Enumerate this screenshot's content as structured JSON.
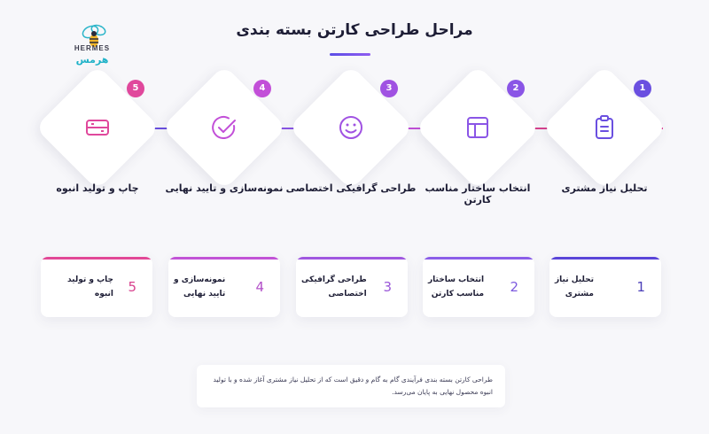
{
  "logo": {
    "icon": "bee-logo-icon",
    "text_en": "HERMES",
    "text_fa": "هرمس"
  },
  "page": {
    "title": "مراحل طراحی کارتن بسته بندی"
  },
  "steps": [
    {
      "number": "1",
      "label": "تحلیل نیاز مشتری",
      "icon": "clipboard-icon",
      "color": "#6a4fe0"
    },
    {
      "number": "2",
      "label": "انتخاب ساختار مناسب کارتن",
      "icon": "layout-icon",
      "color": "#8a55e6"
    },
    {
      "number": "3",
      "label": "طراحی گرافیکی اختصاصی",
      "icon": "smiley-icon",
      "color": "#a052e2"
    },
    {
      "number": "4",
      "label": "نمونه‌سازی و تایید نهایی",
      "icon": "check-circle-icon",
      "color": "#c24fd8"
    },
    {
      "number": "5",
      "label": "چاپ و تولید انبوه",
      "icon": "print-card-icon",
      "color": "#e0489c"
    }
  ],
  "cards": [
    {
      "number": "1",
      "line1": "تحلیل نیاز",
      "line2": "مشتری",
      "color": "#5a45d8",
      "num_color": "#4b3fb8"
    },
    {
      "number": "2",
      "line1": "انتخاب ساختار",
      "line2": "مناسب کارتن",
      "color": "#8b5ee8",
      "num_color": "#7d5adf"
    },
    {
      "number": "3",
      "line1": "طراحی گرافیکی",
      "line2": "اختصاصی",
      "color": "#a057e0",
      "num_color": "#9a57d8"
    },
    {
      "number": "4",
      "line1": "نمونه‌سازی و",
      "line2": "تایید نهایی",
      "color": "#c253d6",
      "num_color": "#b24fc8"
    },
    {
      "number": "5",
      "line1": "چاپ و تولید انبوه",
      "line2": "",
      "color": "#e24896",
      "num_color": "#d8428e"
    }
  ],
  "description": "طراحی کارتن بسته بندی فرآیندی گام به گام و دقیق است که از تحلیل نیاز مشتری آغاز شده و با تولید انبوه محصول نهایی به پایان می‌رسد."
}
